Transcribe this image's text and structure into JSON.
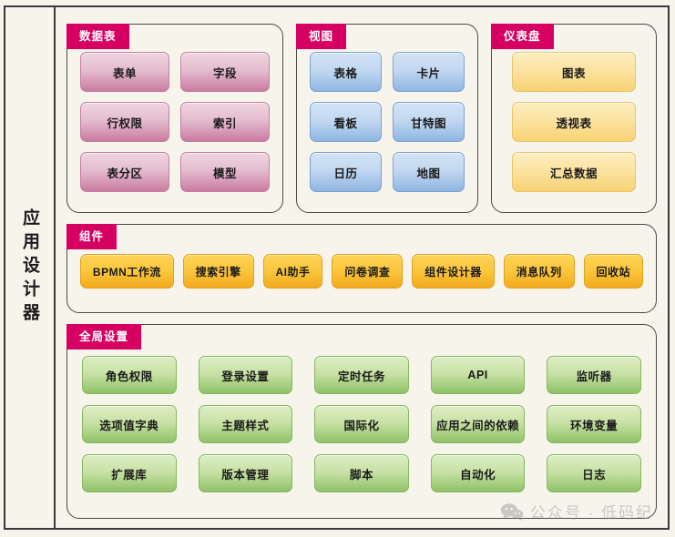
{
  "app": {
    "rail_label": "应用设计器"
  },
  "panels": {
    "datatable": {
      "tab": "数据表",
      "style": "pink",
      "items": [
        "表单",
        "字段",
        "行权限",
        "索引",
        "表分区",
        "模型"
      ]
    },
    "view": {
      "tab": "视图",
      "style": "blue",
      "items": [
        "表格",
        "卡片",
        "看板",
        "甘特图",
        "日历",
        "地图"
      ]
    },
    "dashboard": {
      "tab": "仪表盘",
      "style": "yellow",
      "items": [
        "图表",
        "透视表",
        "汇总数据"
      ]
    },
    "components": {
      "tab": "组件",
      "style": "orange",
      "items": [
        "BPMN工作流",
        "搜索引擎",
        "AI助手",
        "问卷调查",
        "组件设计器",
        "消息队列",
        "回收站"
      ]
    },
    "global": {
      "tab": "全局设置",
      "style": "green",
      "items": [
        "角色权限",
        "登录设置",
        "定时任务",
        "API",
        "监听器",
        "选项值字典",
        "主题样式",
        "国际化",
        "应用之间的依赖",
        "环境变量",
        "扩展库",
        "版本管理",
        "脚本",
        "自动化",
        "日志"
      ]
    }
  },
  "watermark": {
    "icon": "wechat-bubble-icon",
    "text": "公众号 · 低码纪"
  },
  "colors": {
    "tab_magenta": "#d60063",
    "background": "#f7f4ec",
    "border": "#3a3a3a",
    "pink": "#cb7ba0",
    "blue": "#8fb6e2",
    "yellow": "#f7d374",
    "orange": "#f3a91d",
    "green": "#8fc268"
  }
}
